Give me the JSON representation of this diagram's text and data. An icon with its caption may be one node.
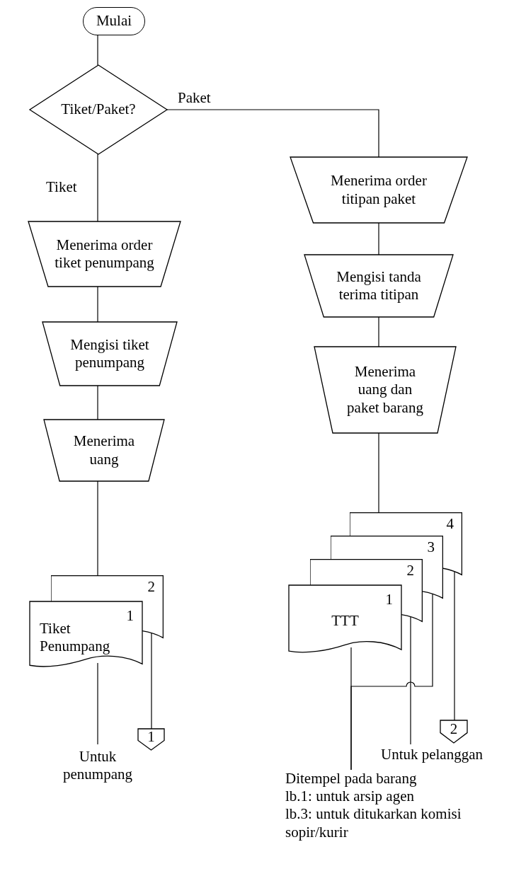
{
  "diagram": {
    "nodes": [
      {
        "text": [
          "Mulai"
        ]
      },
      {
        "text": [
          "Tiket/Paket?"
        ]
      },
      {
        "text": [
          "Menerima order tiket penumpang"
        ]
      },
      {
        "text": [
          "Mengisi tiket penumpang"
        ]
      },
      {
        "text": [
          "Menerima uang"
        ]
      },
      {
        "text": [
          "2"
        ]
      },
      {
        "text": [
          "Tiket Penumpang",
          "1"
        ]
      },
      {
        "text": [
          "Untuk penumpang"
        ]
      },
      {
        "text": [
          "1"
        ]
      },
      {
        "text": [
          "Menerima order titipan paket"
        ]
      },
      {
        "text": [
          "Mengisi tanda terima titipan"
        ]
      },
      {
        "text": [
          "Menerima uang dan paket barang"
        ]
      },
      {
        "text": [
          "4"
        ]
      },
      {
        "text": [
          "3"
        ]
      },
      {
        "text": [
          "2"
        ]
      },
      {
        "text": [
          "TTT",
          "1"
        ]
      },
      {
        "text": [
          "Untuk pelanggan"
        ]
      },
      {
        "text": [
          "Ditempel pada barang",
          "lb.1: untuk arsip agen",
          "lb.3: untuk ditukarkan komisi sopir/kurir"
        ]
      },
      {
        "text": [
          "2"
        ]
      }
    ],
    "edges": [
      {
        "from": 0,
        "to": 1,
        "arrow": "none"
      },
      {
        "from": 1,
        "to": 2,
        "arrow": "none",
        "label": "Tiket"
      },
      {
        "from": 2,
        "to": 3,
        "arrow": "none"
      },
      {
        "from": 3,
        "to": 4,
        "arrow": "none"
      },
      {
        "from": 4,
        "to": 5,
        "arrow": "none"
      },
      {
        "from": 6,
        "to": 7,
        "arrow": "none"
      },
      {
        "from": 5,
        "to": 8,
        "arrow": "none"
      },
      {
        "from": 1,
        "to": 9,
        "arrow": "none",
        "label": "Paket"
      },
      {
        "from": 9,
        "to": 10,
        "arrow": "none"
      },
      {
        "from": 10,
        "to": 11,
        "arrow": "none"
      },
      {
        "from": 11,
        "to": 12,
        "arrow": "none"
      },
      {
        "from": 15,
        "to": 17,
        "arrow": "none"
      },
      {
        "from": 13,
        "to": 17,
        "arrow": "none"
      },
      {
        "from": 14,
        "to": 16,
        "arrow": "none"
      },
      {
        "from": 12,
        "to": 18,
        "arrow": "none"
      }
    ]
  }
}
